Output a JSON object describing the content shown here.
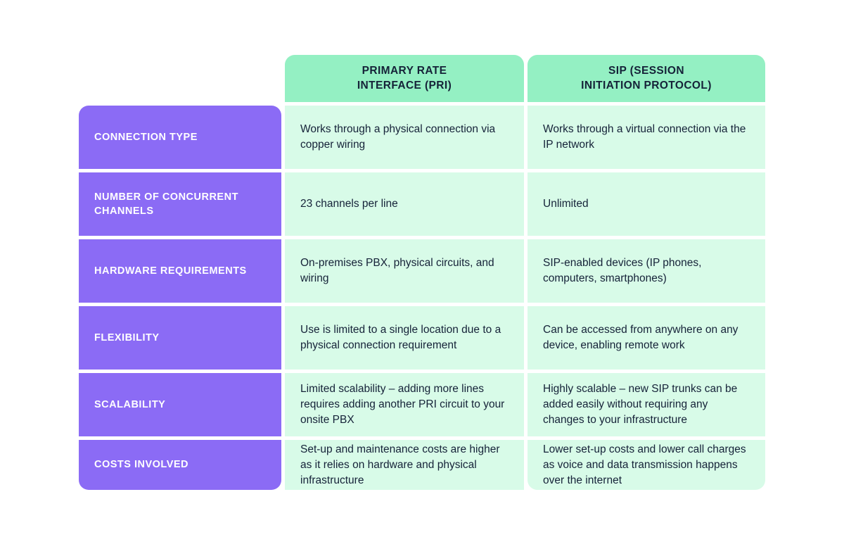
{
  "table": {
    "colors": {
      "label_column": "#8B6BF5",
      "header_cell": "#94F0C3",
      "body_cell": "#D8FBE8",
      "body_text": "#152238",
      "label_text": "#FFFFFF",
      "background": "#FFFFFF"
    },
    "column_headers": [
      "",
      "PRIMARY RATE\nINTERFACE (PRI)",
      "SIP (SESSION\nINITIATION PROTOCOL)"
    ],
    "header_lines": {
      "pri": [
        "PRIMARY RATE",
        "INTERFACE (PRI)"
      ],
      "sip": [
        "SIP (SESSION",
        "INITIATION PROTOCOL)"
      ]
    },
    "rows": [
      {
        "label": "CONNECTION TYPE",
        "pri": "Works through a physical connection via copper wiring",
        "sip": "Works through a virtual connection via the IP network"
      },
      {
        "label": "NUMBER OF CONCURRENT CHANNELS",
        "pri": "23 channels per line",
        "sip": "Unlimited"
      },
      {
        "label": "HARDWARE REQUIREMENTS",
        "pri": "On-premises PBX, physical circuits, and wiring",
        "sip": "SIP-enabled devices (IP phones, computers, smartphones)"
      },
      {
        "label": "FLEXIBILITY",
        "pri": "Use is limited to a single location due to a physical connection requirement",
        "sip": "Can be accessed from anywhere on any device, enabling remote work"
      },
      {
        "label": "SCALABILITY",
        "pri": "Limited scalability – adding more lines requires adding another PRI circuit to your onsite PBX",
        "sip": "Highly scalable – new SIP trunks can be added easily without requiring any changes to your infrastructure"
      },
      {
        "label": "COSTS INVOLVED",
        "pri": "Set-up and maintenance costs are higher as it relies on hardware and physical infrastructure",
        "sip": "Lower set-up costs and lower call charges as voice and data transmission happens over the internet"
      }
    ]
  }
}
